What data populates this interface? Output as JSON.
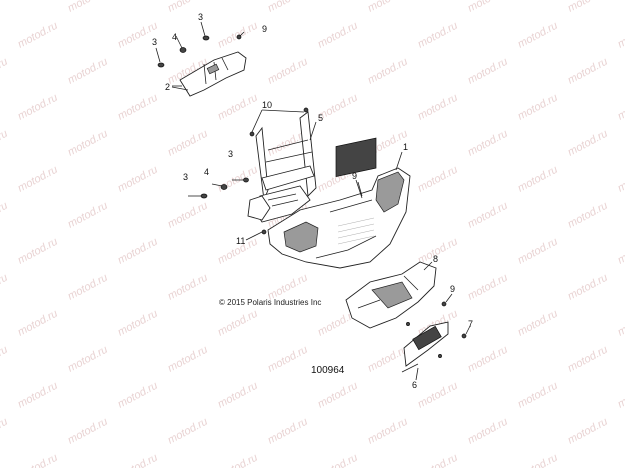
{
  "watermark": "motod.ru",
  "copyright": "© 2015 Polaris Industries Inc",
  "figure_number": "100964",
  "callouts": [
    "3",
    "4",
    "3",
    "9",
    "2",
    "10",
    "5",
    "1",
    "3",
    "4",
    "3",
    "9",
    "11",
    "8",
    "9",
    "7",
    "6"
  ]
}
